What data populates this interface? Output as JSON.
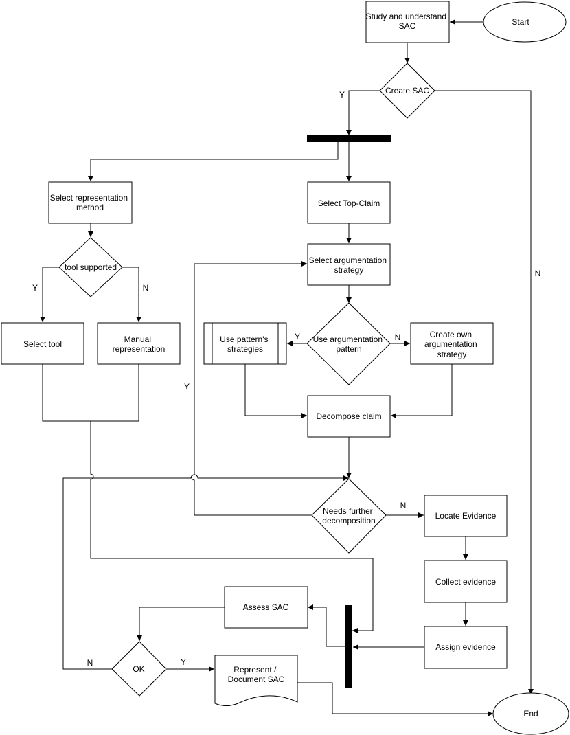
{
  "nodes": {
    "start": "Start",
    "study": [
      "Study and understand",
      "SAC"
    ],
    "create_sac": "Create SAC",
    "select_representation": [
      "Select representation",
      "method"
    ],
    "tool_supported": "tool supported",
    "select_tool": "Select tool",
    "manual_representation": [
      "Manual",
      "representation"
    ],
    "select_top_claim": "Select Top-Claim",
    "select_argumentation": [
      "Select argumentation",
      "strategy"
    ],
    "use_argumentation_pattern": [
      "Use argumentation",
      "pattern"
    ],
    "use_patterns_strategies": [
      "Use pattern's",
      "strategies"
    ],
    "create_own": [
      "Create own",
      "argumentation",
      "strategy"
    ],
    "decompose_claim": "Decompose claim",
    "needs_further": [
      "Needs further",
      "decomposition"
    ],
    "locate_evidence": "Locate Evidence",
    "collect_evidence": "Collect evidence",
    "assign_evidence": "Assign evidence",
    "assess_sac": "Assess SAC",
    "ok": "OK",
    "represent_document": [
      "Represent /",
      "Document SAC"
    ],
    "end": "End"
  },
  "edge_labels": {
    "create_sac_yes": "Y",
    "create_sac_no": "N",
    "tool_yes": "Y",
    "tool_no": "N",
    "pattern_yes": "Y",
    "pattern_no": "N",
    "further_yes": "Y",
    "further_no": "N",
    "ok_yes": "Y",
    "ok_no": "N"
  }
}
